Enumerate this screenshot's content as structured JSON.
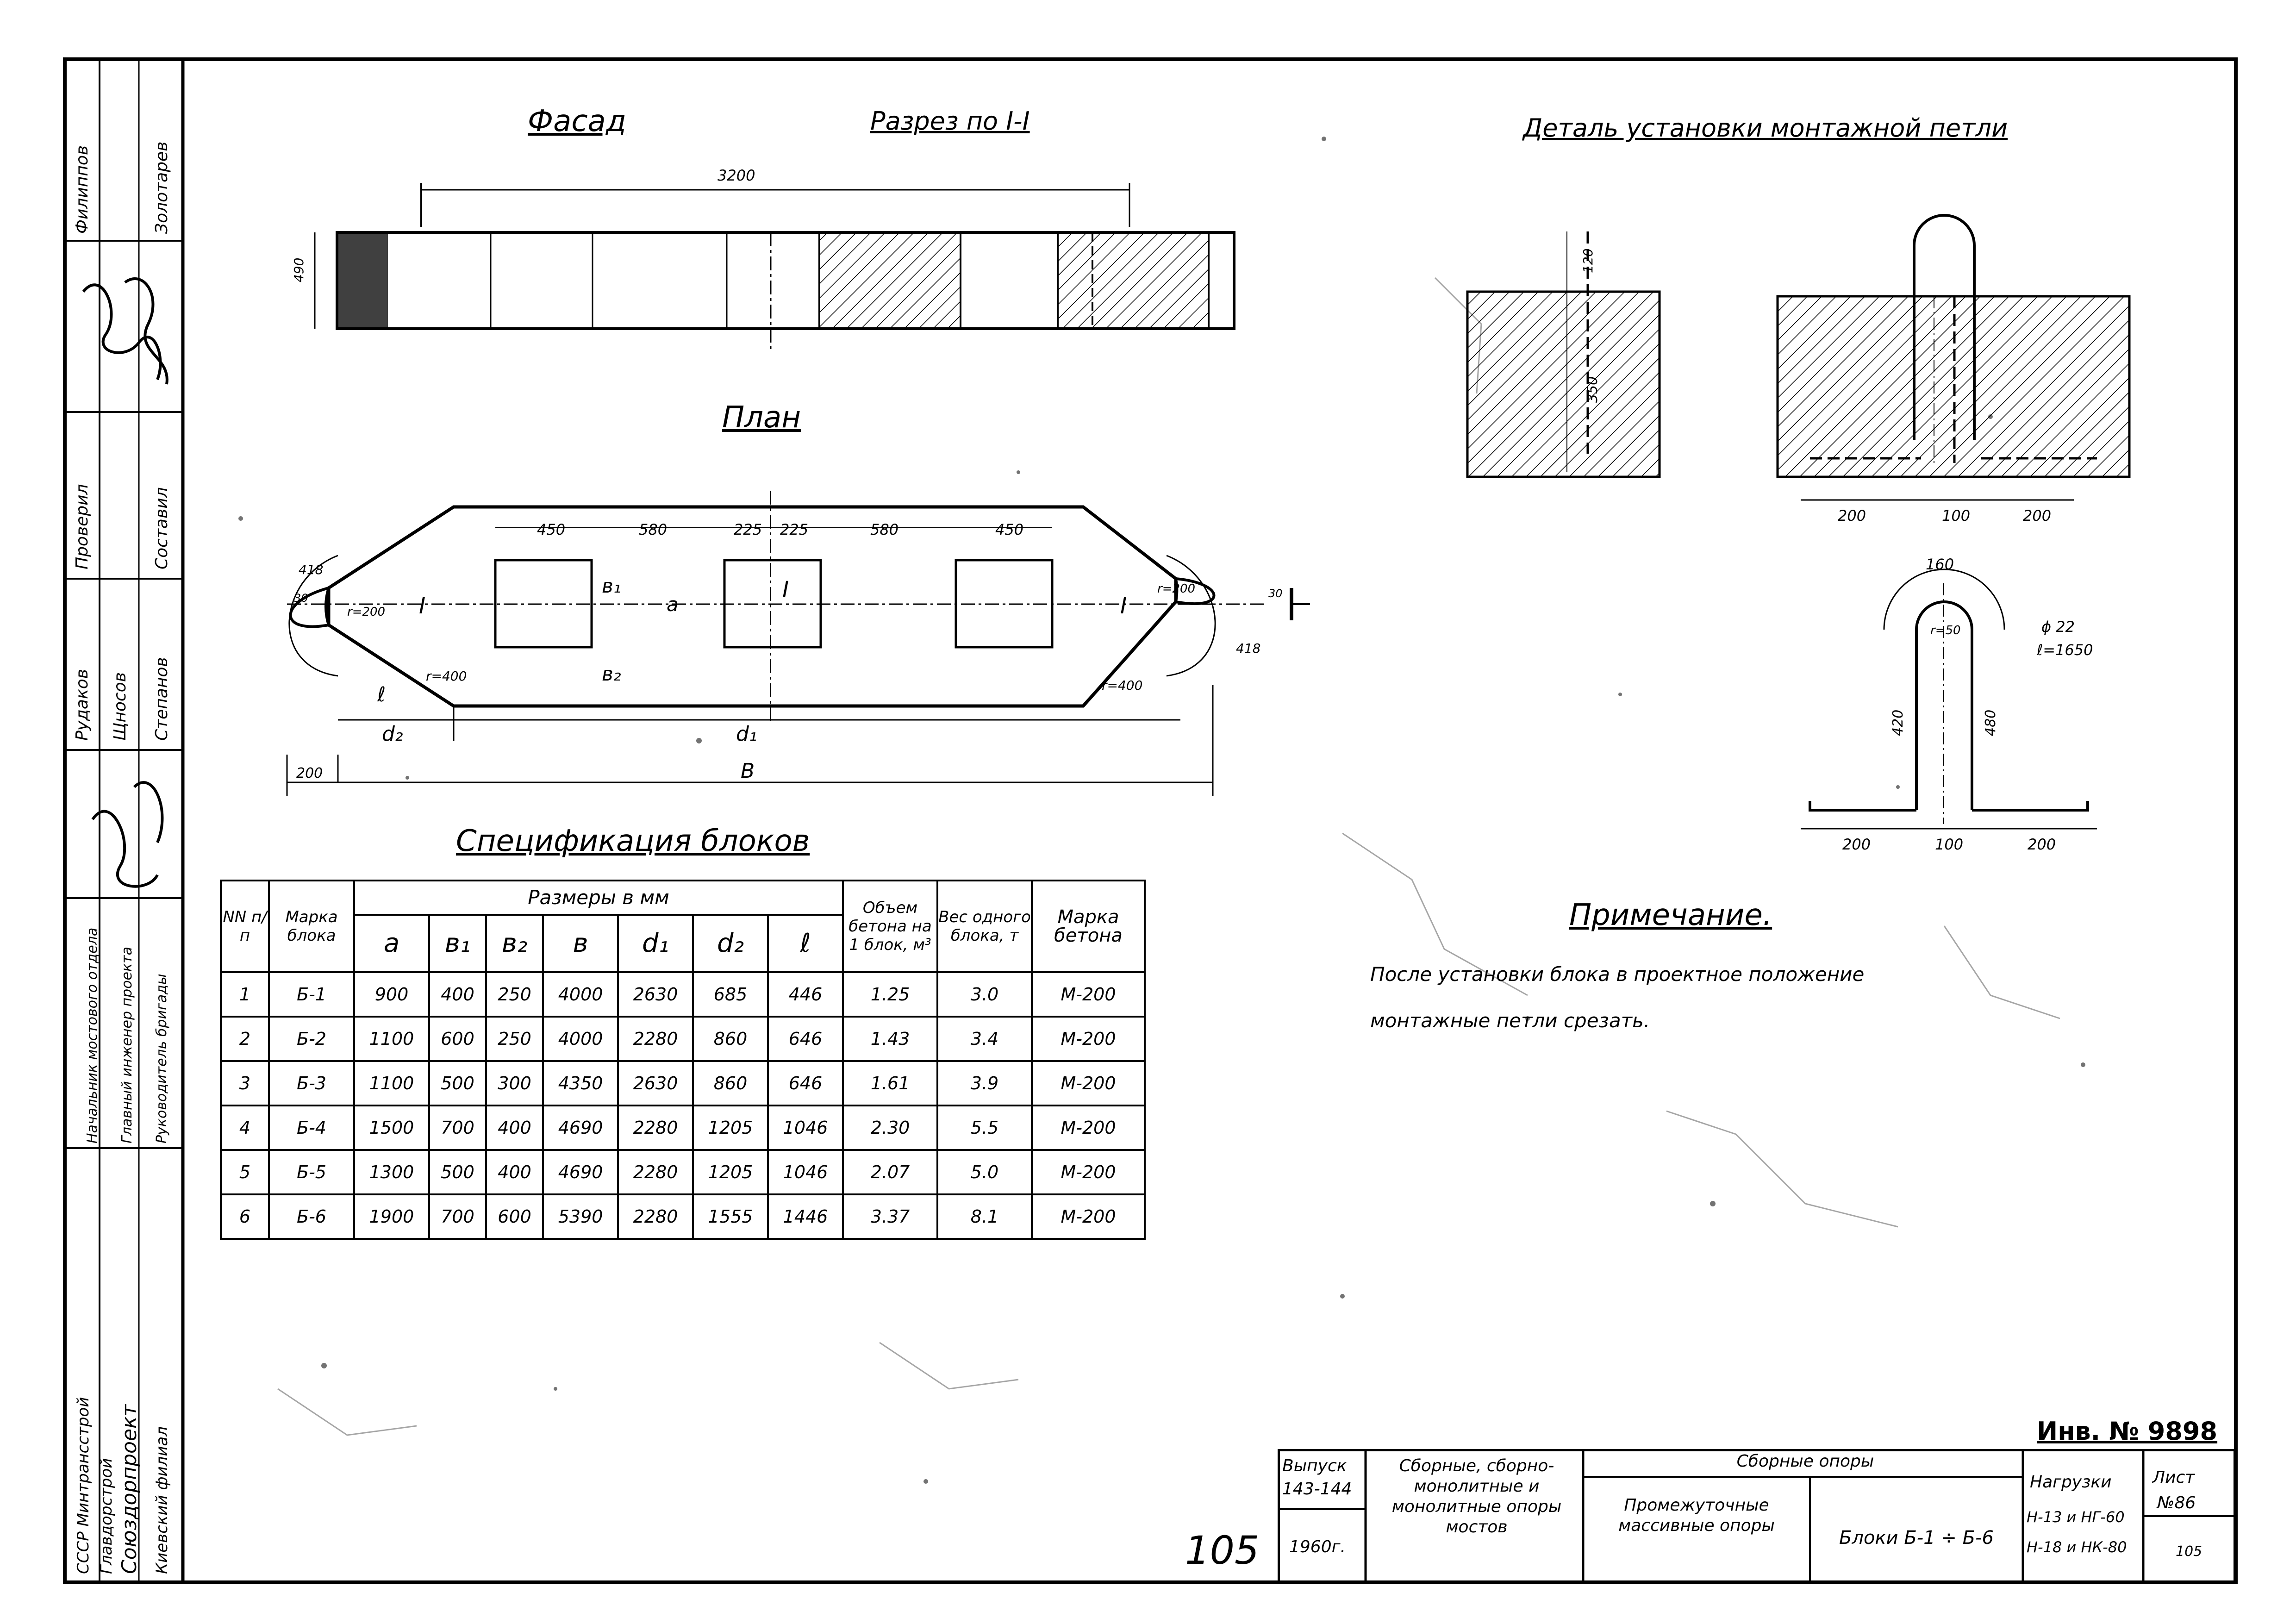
{
  "headings": {
    "facade": "Фасад",
    "section": "Разрез по I-I",
    "plan": "План",
    "detail": "Деталь установки монтажной петли",
    "specification": "Спецификация блоков",
    "note": "Примечание."
  },
  "note_text": [
    "После установки блока в проектное положение",
    "монтажные петли срезать."
  ],
  "drawing_labels": {
    "facade_length": "3200",
    "facade_height": "490",
    "plan_450_left": "450",
    "plan_580_left": "580",
    "plan_225_a": "225",
    "plan_225_b": "225",
    "plan_580_right": "580",
    "plan_450_right": "450",
    "plan_b1": "в₁",
    "plan_b2": "в₂",
    "plan_a": "a",
    "plan_I_left": "I",
    "plan_I_center": "I",
    "plan_I_right": "I",
    "plan_418_left": "418",
    "plan_418_right": "418",
    "plan_r200_left": "r=200",
    "plan_r400_left": "r=400",
    "plan_r200_right": "r=200",
    "plan_r400_right": "r=400",
    "plan_30_left": "30",
    "plan_30_right": "30",
    "plan_l": "ℓ",
    "plan_d2": "d₂",
    "plan_d1": "d₁",
    "plan_200": "200",
    "plan_B": "B",
    "detail_120": "120",
    "detail_350": "350",
    "detail_200_a": "200",
    "detail_100_a": "100",
    "detail_200_b": "200",
    "loop_160": "160",
    "loop_r50": "r=50",
    "loop_phi": "ϕ 22",
    "loop_len": "ℓ=1650",
    "loop_420": "420",
    "loop_480": "480",
    "loop_200_a": "200",
    "loop_100": "100",
    "loop_200_b": "200"
  },
  "table": {
    "headers": {
      "num": "NN п/п",
      "mark": "Марка блока",
      "sizes": "Размеры в мм",
      "volume": "Объем бетона на 1 блок, м³",
      "weight": "Вес одного блока, т",
      "concrete": "Марка бетона"
    },
    "size_cols": [
      "a",
      "в₁",
      "в₂",
      "в",
      "d₁",
      "d₂",
      "ℓ"
    ],
    "rows": [
      {
        "n": "1",
        "mark": "Б-1",
        "a": "900",
        "b1": "400",
        "b2": "250",
        "b": "4000",
        "d1": "2630",
        "d2": "685",
        "l": "446",
        "vol": "1.25",
        "w": "3.0",
        "conc": "М-200"
      },
      {
        "n": "2",
        "mark": "Б-2",
        "a": "1100",
        "b1": "600",
        "b2": "250",
        "b": "4000",
        "d1": "2280",
        "d2": "860",
        "l": "646",
        "vol": "1.43",
        "w": "3.4",
        "conc": "М-200"
      },
      {
        "n": "3",
        "mark": "Б-3",
        "a": "1100",
        "b1": "500",
        "b2": "300",
        "b": "4350",
        "d1": "2630",
        "d2": "860",
        "l": "646",
        "vol": "1.61",
        "w": "3.9",
        "conc": "М-200"
      },
      {
        "n": "4",
        "mark": "Б-4",
        "a": "1500",
        "b1": "700",
        "b2": "400",
        "b": "4690",
        "d1": "2280",
        "d2": "1205",
        "l": "1046",
        "vol": "2.30",
        "w": "5.5",
        "conc": "М-200"
      },
      {
        "n": "5",
        "mark": "Б-5",
        "a": "1300",
        "b1": "500",
        "b2": "400",
        "b": "4690",
        "d1": "2280",
        "d2": "1205",
        "l": "1046",
        "vol": "2.07",
        "w": "5.0",
        "conc": "М-200"
      },
      {
        "n": "6",
        "mark": "Б-6",
        "a": "1900",
        "b1": "700",
        "b2": "600",
        "b": "5390",
        "d1": "2280",
        "d2": "1555",
        "l": "1446",
        "vol": "3.37",
        "w": "8.1",
        "conc": "М-200"
      }
    ]
  },
  "stamp": {
    "inv": "Инв. № 9898",
    "issue_label": "Выпуск",
    "issue_value": "143-144",
    "year": "1960г.",
    "title_1": "Сборные, сборно-монолитные и монолитные опоры мостов",
    "title_2": "Сборные опоры",
    "title_3": "Промежуточные массивные опоры",
    "title_4": "Блоки Б-1 ÷ Б-6",
    "loads_label": "Нагрузки",
    "loads_1": "Н-13 и НГ-60",
    "loads_2": "Н-18 и НК-80",
    "sheet_label": "Лист",
    "sheet_value": "№86",
    "page_number": "105",
    "corner_note": "105"
  },
  "side_panel": {
    "names_1": [
      "Филиппов",
      "Золотарев"
    ],
    "names_2": [
      "Проверил",
      "Составил"
    ],
    "names_3": [
      "Рудаков",
      "Щносов",
      "Степанов"
    ],
    "roles": [
      "Начальник мостового отдела",
      "Главный инженер проекта",
      "Руководитель бригады"
    ],
    "org": [
      "СССР Минтрансстрой",
      "Главдорстрой",
      "Союздорпроект",
      "Киевский филиал"
    ]
  }
}
